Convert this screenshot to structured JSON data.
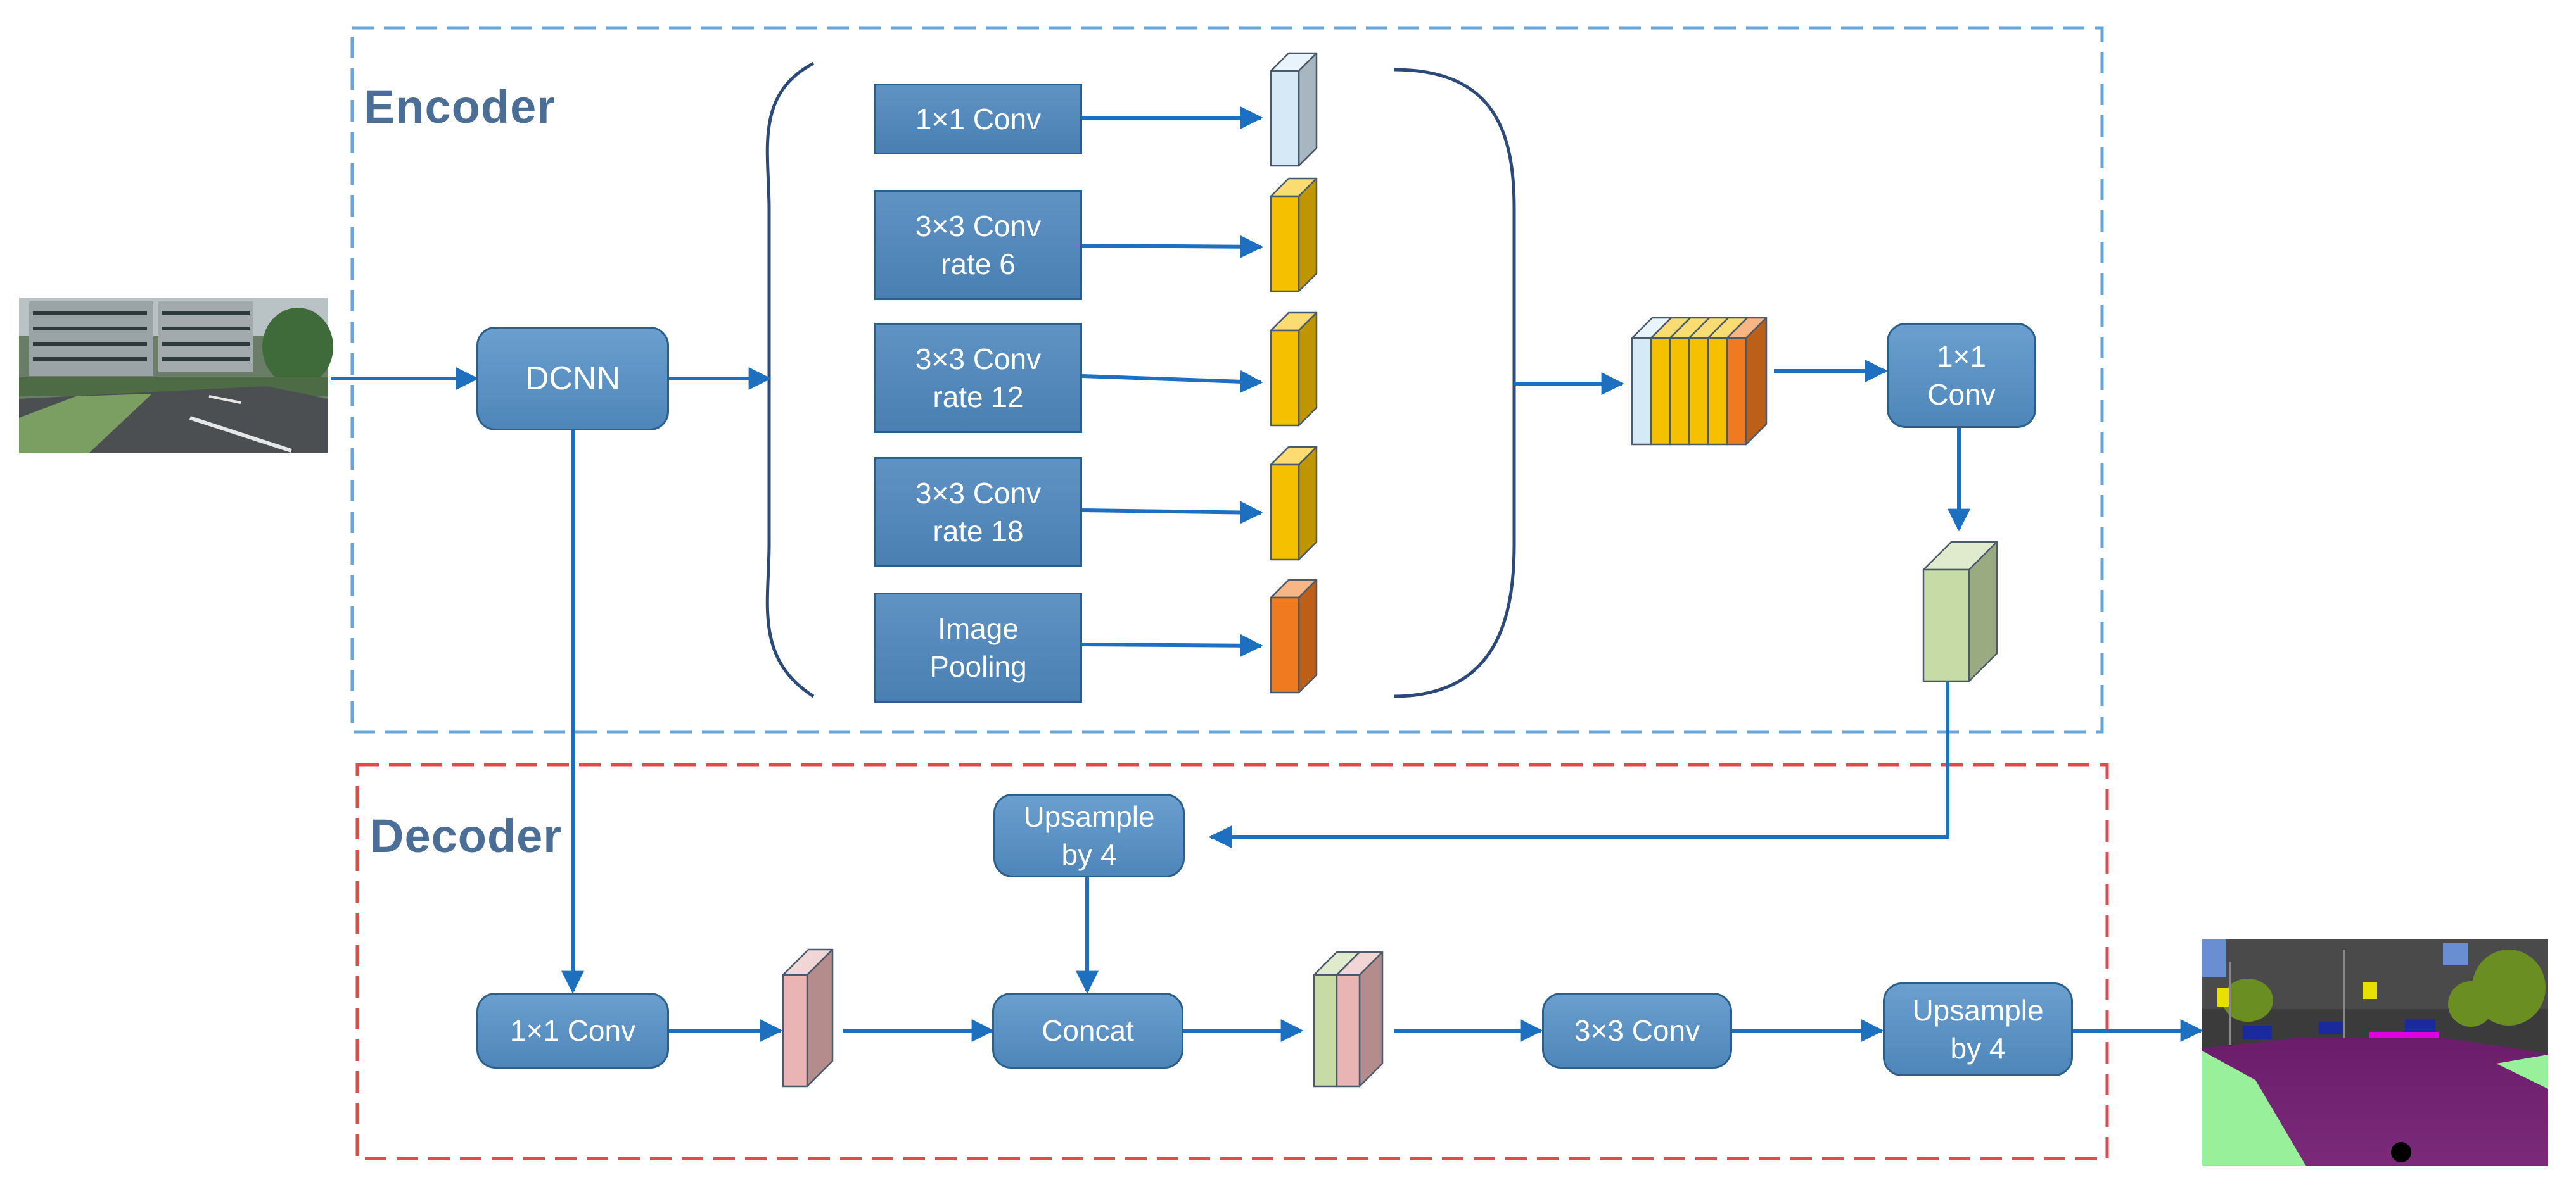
{
  "sections": {
    "encoder": "Encoder",
    "decoder": "Decoder"
  },
  "blocks": {
    "dcnn": "DCNN",
    "aspp_1x1": "1×1 Conv",
    "aspp_rate6": "3×3 Conv\nrate 6",
    "aspp_rate12": "3×3 Conv\nrate 12",
    "aspp_rate18": "3×3 Conv\nrate 18",
    "aspp_pool": "Image\nPooling",
    "enc_1x1": "1×1\nConv",
    "dec_1x1": "1×1 Conv",
    "upsample_a": "Upsample\nby 4",
    "concat": "Concat",
    "dec_3x3": "3×3 Conv",
    "upsample_b": "Upsample\nby 4"
  },
  "colors": {
    "encoder_border": "#6aa3d6",
    "decoder_border": "#e04a4a",
    "arrow": "#1d6fc0",
    "block": "#4f86b9",
    "feat_light_blue": "#d6e9f7",
    "feat_yellow": "#f5c000",
    "feat_orange": "#f07a20",
    "feat_green": "#c6dba6",
    "feat_pink": "#e8b4b4"
  }
}
